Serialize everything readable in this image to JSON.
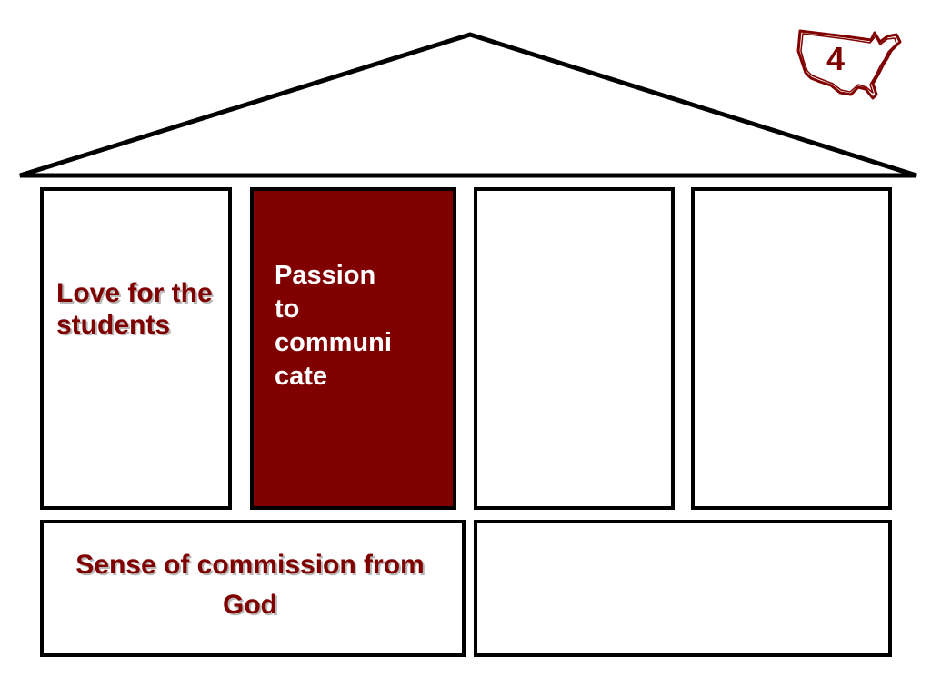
{
  "colors": {
    "outline": "#000000",
    "accent": "#800000",
    "fill_highlight": "#800000",
    "text_light": "#ffffff",
    "background": "#ffffff"
  },
  "badge": {
    "icon": "usa-map-icon",
    "number": "4"
  },
  "pillars": [
    {
      "text": "Love for the students",
      "highlighted": false
    },
    {
      "text": "Passion to communicate",
      "display_text": "Passion\nto\ncommuni\ncate",
      "highlighted": true
    },
    {
      "text": "",
      "highlighted": false
    },
    {
      "text": "",
      "highlighted": false
    }
  ],
  "foundation": [
    {
      "text": "Sense of commission from God"
    },
    {
      "text": ""
    }
  ]
}
